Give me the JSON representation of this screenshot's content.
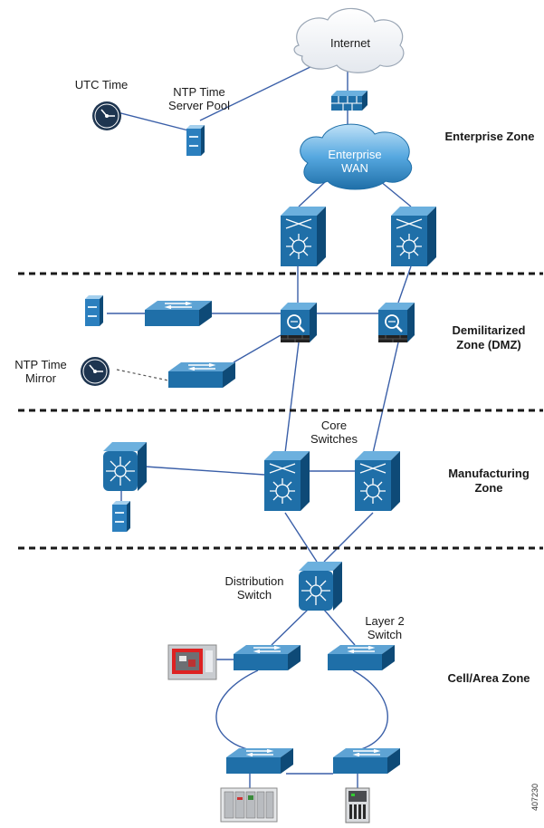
{
  "labels": {
    "internet": "Internet",
    "utc_time": "UTC Time",
    "ntp_pool": "NTP Time\nServer Pool",
    "enterprise_wan": "Enterprise\nWAN",
    "ntp_mirror": "NTP Time\nMirror",
    "core_switches": "Core\nSwitches",
    "distribution_switch": "Distribution\nSwitch",
    "layer2_switch": "Layer 2\nSwitch"
  },
  "zones": {
    "enterprise": "Enterprise Zone",
    "dmz": "Demilitarized\nZone (DMZ)",
    "manufacturing": "Manufacturing\nZone",
    "cell_area": "Cell/Area Zone"
  },
  "figure_id": "407230",
  "colors": {
    "device_blue": "#1f6fa8",
    "device_dark": "#0e4a77",
    "cloud_blue": "#3d8fd0",
    "line_blue": "#3a5fa8",
    "clock": "#1e3550"
  }
}
